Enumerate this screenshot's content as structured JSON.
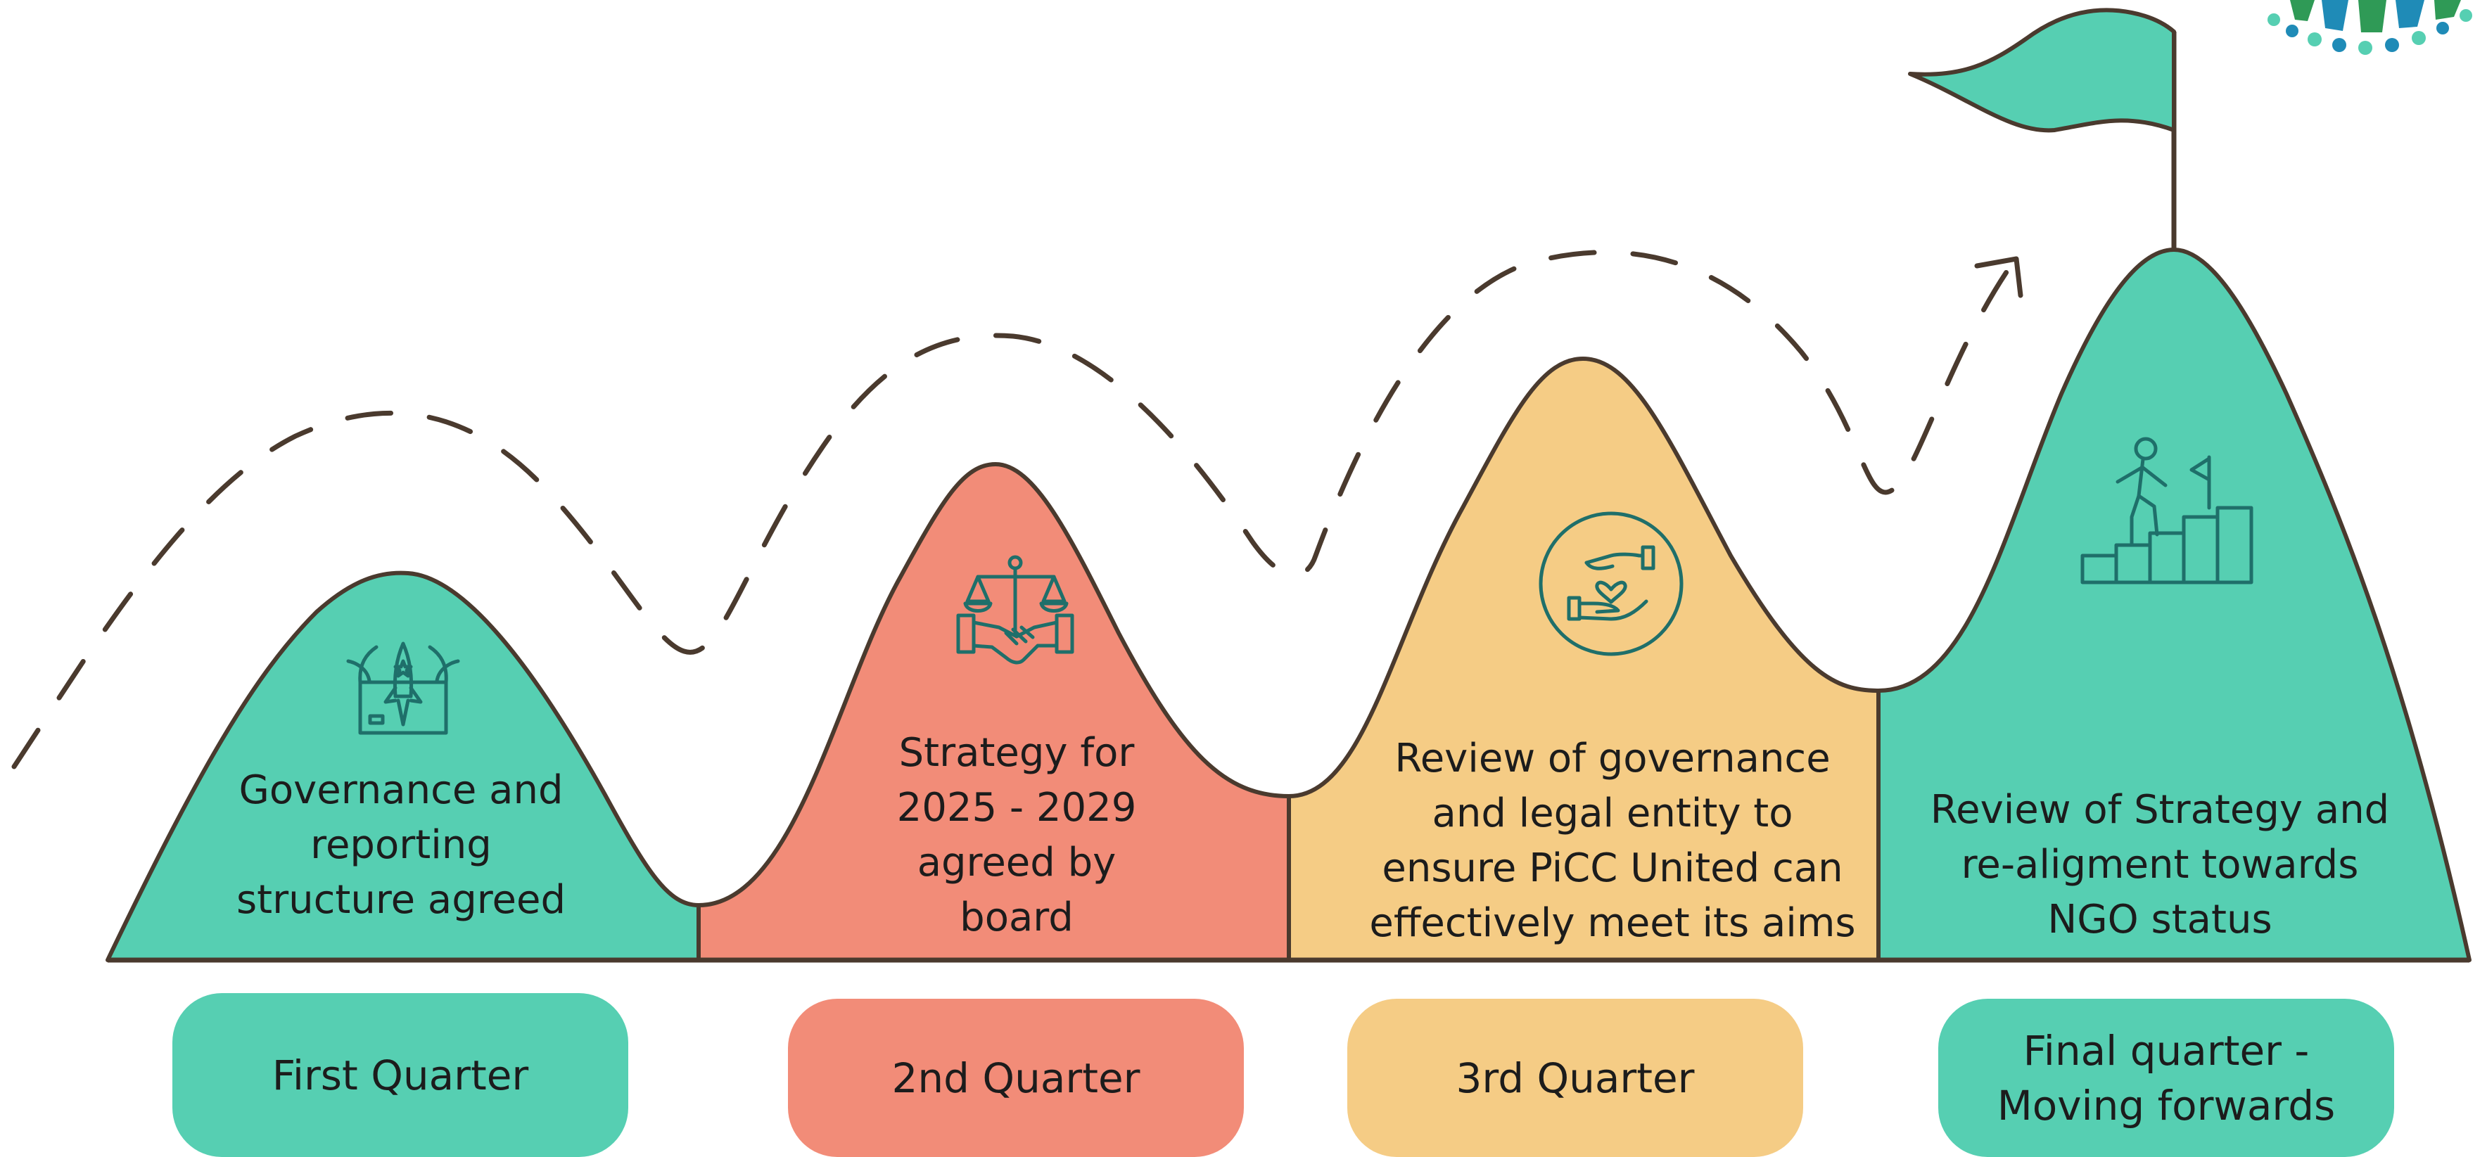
{
  "colors": {
    "teal": "#56CFB2",
    "salmon": "#F28C78",
    "yellow": "#F5CC85",
    "outline": "#4A3A2E",
    "icon": "#1F6F6A",
    "logo_blue": "#1F8BB7",
    "logo_green": "#2F9A56"
  },
  "stages": [
    {
      "text": "Governance and\nreporting\nstructure agreed",
      "quarter": "First Quarter",
      "color": "teal",
      "icon": "rocket-box-icon"
    },
    {
      "text": "Strategy for\n2025 - 2029\nagreed by\nboard",
      "quarter": "2nd Quarter",
      "color": "salmon",
      "icon": "scales-handshake-icon"
    },
    {
      "text": "Review of governance\nand legal entity to\nensure PiCC United can\neffectively meet its aims",
      "quarter": "3rd Quarter",
      "color": "yellow",
      "icon": "hands-heart-icon"
    },
    {
      "text": "Review of Strategy and\nre-aligment towards\nNGO status",
      "quarter": "Final quarter -\nMoving forwards",
      "color": "teal",
      "icon": "person-climbing-steps-icon"
    }
  ],
  "decor": {
    "flag": "flag-icon",
    "path": "dashed-arrow-path",
    "logo": "logo-hands-icon"
  }
}
